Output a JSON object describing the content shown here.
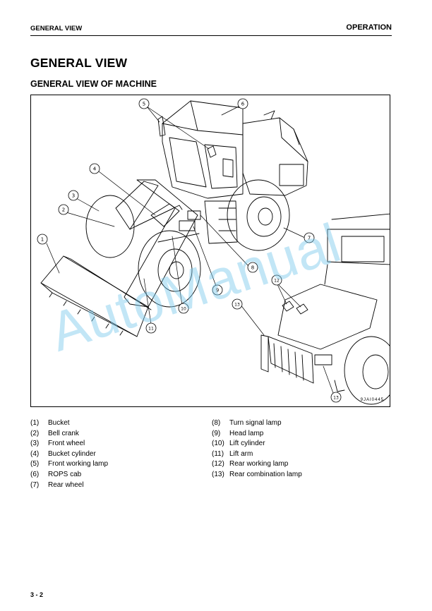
{
  "header": {
    "left": "GENERAL VIEW",
    "right": "OPERATION"
  },
  "title": "GENERAL VIEW",
  "subtitle": "GENERAL VIEW OF MACHINE",
  "figure": {
    "code": "9JAI0445",
    "callouts": [
      "1",
      "2",
      "3",
      "4",
      "5",
      "6",
      "7",
      "8",
      "9",
      "10",
      "11",
      "12",
      "13",
      "13"
    ]
  },
  "legend_left": [
    {
      "num": "(1)",
      "label": "Bucket"
    },
    {
      "num": "(2)",
      "label": "Bell crank"
    },
    {
      "num": "(3)",
      "label": "Front wheel"
    },
    {
      "num": "(4)",
      "label": "Bucket cylinder"
    },
    {
      "num": "(5)",
      "label": "Front working lamp"
    },
    {
      "num": "(6)",
      "label": "ROPS cab"
    },
    {
      "num": "(7)",
      "label": "Rear wheel"
    }
  ],
  "legend_right": [
    {
      "num": "(8)",
      "label": "Turn signal lamp"
    },
    {
      "num": "(9)",
      "label": "Head lamp"
    },
    {
      "num": "(10)",
      "label": "Lift cylinder"
    },
    {
      "num": "(11)",
      "label": "Lift arm"
    },
    {
      "num": "(12)",
      "label": "Rear working lamp"
    },
    {
      "num": "(13)",
      "label": "Rear combination lamp"
    }
  ],
  "watermark": "AutoManual",
  "footer": {
    "page": "3 - 2"
  }
}
